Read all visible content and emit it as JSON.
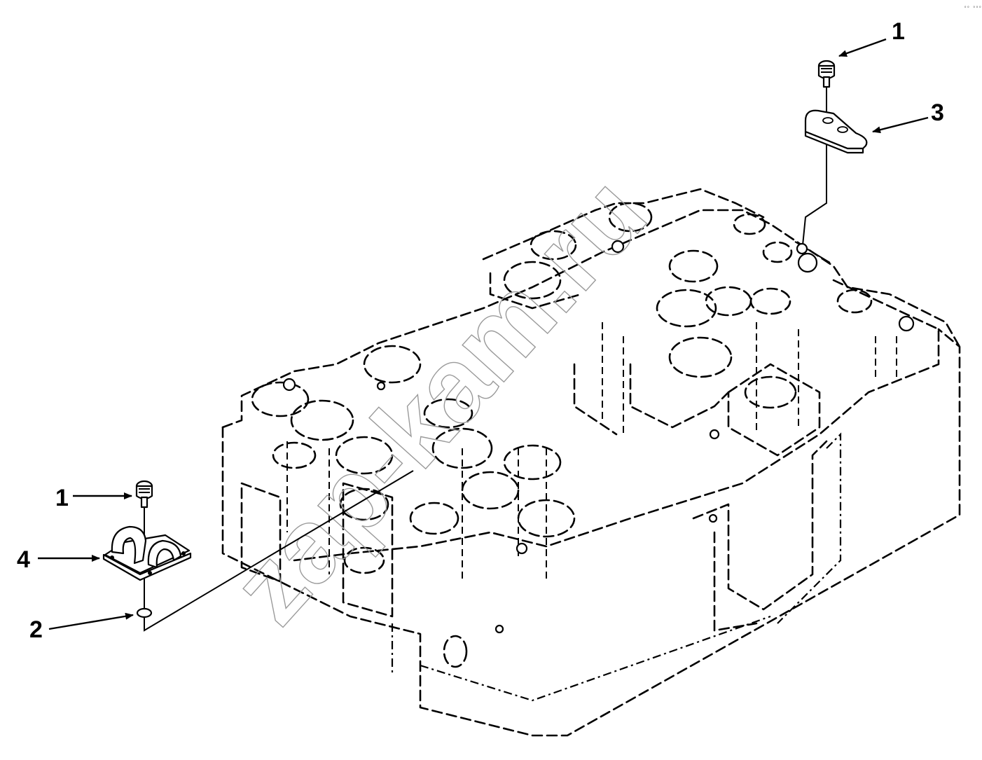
{
  "callouts": [
    {
      "label": "1",
      "part": "screw"
    },
    {
      "label": "3",
      "part": "bracket"
    },
    {
      "label": "1",
      "part": "screw"
    },
    {
      "label": "4",
      "part": "clamp"
    },
    {
      "label": "2",
      "part": "washer"
    }
  ],
  "watermark": "zap-kam.ru",
  "corner_mark": "°° °°°"
}
